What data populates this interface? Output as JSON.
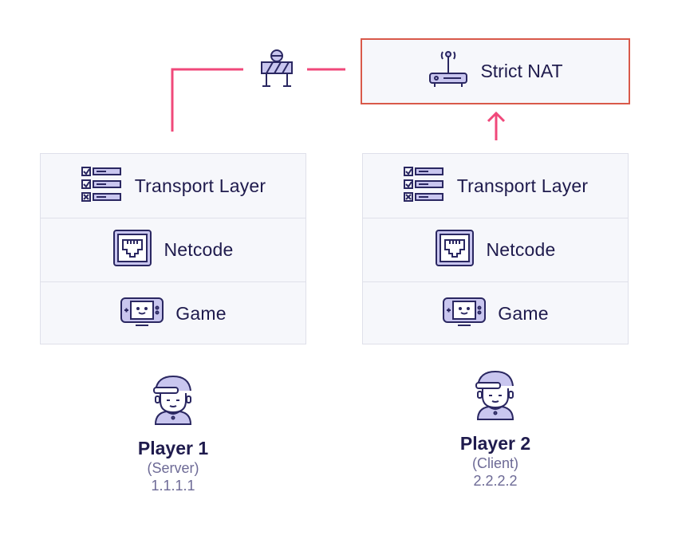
{
  "nat": {
    "label": "Strict NAT",
    "border_color": "#d9594a"
  },
  "stacks": [
    {
      "layers": [
        {
          "label": "Transport Layer",
          "icon": "checklist-icon"
        },
        {
          "label": "Netcode",
          "icon": "ethernet-port-icon"
        },
        {
          "label": "Game",
          "icon": "game-console-icon"
        }
      ]
    },
    {
      "layers": [
        {
          "label": "Transport Layer",
          "icon": "checklist-icon"
        },
        {
          "label": "Netcode",
          "icon": "ethernet-port-icon"
        },
        {
          "label": "Game",
          "icon": "game-console-icon"
        }
      ]
    }
  ],
  "players": [
    {
      "name": "Player 1",
      "role": "(Server)",
      "ip": "1.1.1.1"
    },
    {
      "name": "Player 2",
      "role": "(Client)",
      "ip": "2.2.2.2"
    }
  ],
  "colors": {
    "connector": "#f0487a",
    "text": "#1f1b4d",
    "icon_fill": "#c9c6ef",
    "icon_stroke": "#2a2761"
  }
}
